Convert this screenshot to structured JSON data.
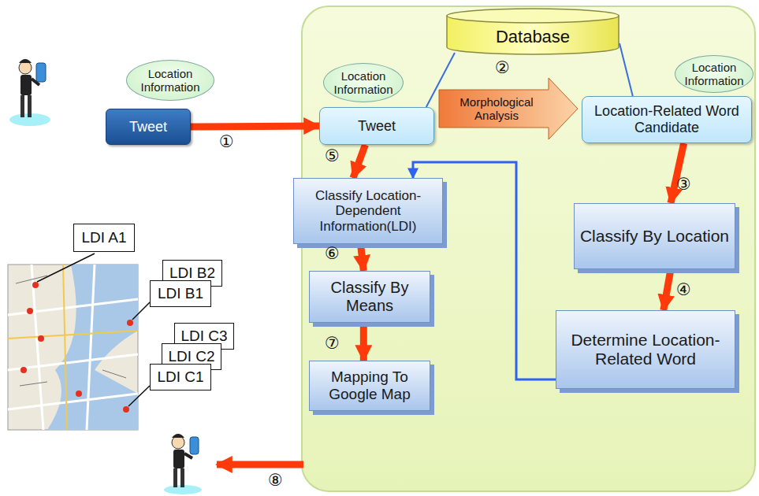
{
  "diagram": {
    "nodes": [
      {
        "text": [
          "Location Information"
        ]
      },
      {
        "text": [
          "Tweet"
        ]
      },
      {
        "text": [
          "Database"
        ]
      },
      {
        "text": [
          "Location Information"
        ]
      },
      {
        "text": [
          "Tweet"
        ]
      },
      {
        "text": [
          "Morphological Analysis"
        ]
      },
      {
        "text": [
          "Location Information"
        ]
      },
      {
        "text": [
          "Location-Related Word Candidate"
        ]
      },
      {
        "text": [
          "Classify By Location"
        ]
      },
      {
        "text": [
          "Determine Location-Related Word"
        ]
      },
      {
        "text": [
          "Classify Location-Dependent Information(LDI)"
        ]
      },
      {
        "text": [
          "Classify By Means"
        ]
      },
      {
        "text": [
          "Mapping To Google Map"
        ]
      },
      {
        "text": [
          "LDI A1"
        ]
      },
      {
        "text": [
          "LDI B2"
        ]
      },
      {
        "text": [
          "LDI B1"
        ]
      },
      {
        "text": [
          "LDI C3"
        ]
      },
      {
        "text": [
          "LDI C2"
        ]
      },
      {
        "text": [
          "LDI C1"
        ]
      }
    ],
    "edges": [
      {
        "from": 1,
        "to": 4,
        "arrow": "to"
      },
      {
        "from": 2,
        "to": 4,
        "arrow": "none"
      },
      {
        "from": 2,
        "to": 7,
        "arrow": "none"
      },
      {
        "from": 7,
        "to": 8,
        "arrow": "to"
      },
      {
        "from": 8,
        "to": 9,
        "arrow": "to"
      },
      {
        "from": 9,
        "to": 10,
        "arrow": "to"
      },
      {
        "from": 4,
        "to": 10,
        "arrow": "to"
      },
      {
        "from": 10,
        "to": 11,
        "arrow": "to"
      },
      {
        "from": 11,
        "to": 12,
        "arrow": "to"
      }
    ],
    "labels": [
      "①",
      "②",
      "③",
      "④",
      "⑤",
      "⑥",
      "⑦",
      "⑧"
    ]
  }
}
